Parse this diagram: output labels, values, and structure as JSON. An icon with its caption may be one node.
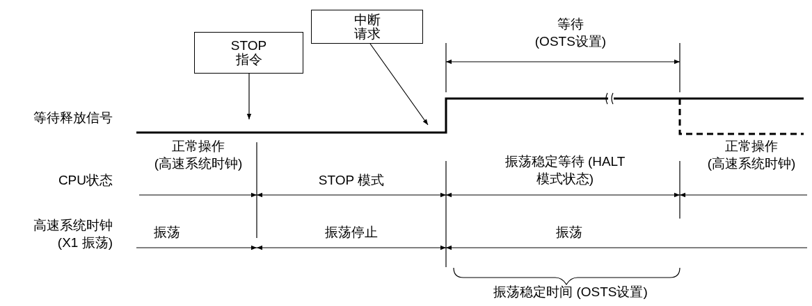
{
  "diagram": {
    "nodes": [
      {
        "text": [
          "STOP 指令"
        ]
      },
      {
        "text": [
          "中断请求"
        ]
      }
    ],
    "edges": [
      {
        "from": 0,
        "to": null,
        "arrow": "to"
      },
      {
        "from": 1,
        "to": null,
        "arrow": "to"
      }
    ],
    "labels": [
      "等待 (OSTS设置)",
      "等待释放信号",
      "正常操作 (高速系统时钟)",
      "正常操作 (高速系统时钟)",
      "振荡稳定等待 (HALT 模式状态)",
      "CPU状态",
      "STOP 模式",
      "高速系统时钟 (X1 振荡)",
      "振荡",
      "振荡停止",
      "振荡",
      "振荡稳定时间 (OSTS设置)"
    ]
  }
}
